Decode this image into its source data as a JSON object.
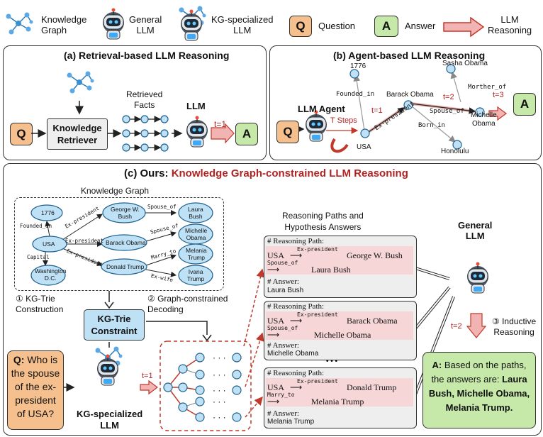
{
  "legend": {
    "kg_label": "Knowledge\nGraph",
    "general_llm_label": "General\nLLM",
    "kg_llm_label": "KG-specialized\nLLM",
    "q_symbol": "Q",
    "question_label": "Question",
    "a_symbol": "A",
    "answer_label": "Answer",
    "reasoning_label": "LLM\nReasoning"
  },
  "panel_a": {
    "title": "(a) Retrieval-based LLM Reasoning",
    "q": "Q",
    "retriever": "Knowledge\nRetriever",
    "facts_label": "Retrieved\nFacts",
    "llm_label": "LLM",
    "t_label": "t=1",
    "a": "A"
  },
  "panel_b": {
    "title": "(b) Agent-based LLM Reasoning",
    "agent_label": "LLM Agent",
    "q": "Q",
    "a": "A",
    "steps_label": "T Steps",
    "nodes": [
      "1776",
      "USA",
      "Barack Obama",
      "Honolulu",
      "Sasha Obama",
      "Michelle\nObama"
    ],
    "edges": [
      "Founded_in",
      "Ex-president",
      "Born_in",
      "Spouse_of",
      "Morther_of"
    ],
    "t_labels": [
      "t=1",
      "t=2",
      "t=3"
    ]
  },
  "panel_c": {
    "title_prefix": "(c) Ours: ",
    "title_main": "Knowledge Graph-constrained LLM Reasoning",
    "kg_title": "Knowledge Graph",
    "kg_nodes": [
      "1776",
      "USA",
      "Washington\nD.C.",
      "George W.\nBush",
      "Barack Obama",
      "Donald Trump",
      "Laura\nBush",
      "Michelle\nObama",
      "Melania\nTrump",
      "Ivana\nTrump"
    ],
    "kg_edges": [
      "Founded_in",
      "Capital",
      "Ex-president",
      "Ex-president",
      "Ex-president",
      "Spouse_of",
      "Spouse_of",
      "Marry_to",
      "Ex-wife"
    ],
    "step1": "① KG-Trie\nConstruction",
    "step2": "② Graph-constrained\nDecoding",
    "trie_label": "KG-Trie\nConstraint",
    "question_q": "Q:",
    "question_text": " Who is the spouse of the ex-president of USA?",
    "kg_llm_label": "KG-specialized\nLLM",
    "t1": "t=1",
    "paths_title": "Reasoning Paths and\nHypothesis Answers",
    "paths": [
      {
        "header": "# Reasoning Path:",
        "src": "USA",
        "rel1": "Ex-president",
        "mid": "George W. Bush",
        "rel2": "Spouse_of",
        "end": "Laura Bush",
        "ans_label": "# Answer:",
        "ans": "Laura Bush"
      },
      {
        "header": "# Reasoning Path:",
        "src": "USA",
        "rel1": "Ex-president",
        "mid": "Barack Obama",
        "rel2": "Spouse_of",
        "end": "Michelle Obama",
        "ans_label": "# Answer:",
        "ans": "Michelle Obama"
      },
      {
        "header": "# Reasoning Path:",
        "src": "USA",
        "rel1": "Ex-president",
        "mid": "Donald Trump",
        "rel2": "Marry_to",
        "end": "Melania Trump",
        "ans_label": "# Answer:",
        "ans": "Melania Trump"
      }
    ],
    "ellipsis": "• • •",
    "general_llm_label": "General\nLLM",
    "t2": "t=2",
    "step3": "③ Inductive\nReasoning",
    "answer_a": "A:",
    "answer_text": " Based on the paths, the answers are: ",
    "answer_bold": "Laura Bush, Michelle Obama, Melania Trump."
  },
  "colors": {
    "question": "#f6c08e",
    "answer": "#c6e8a8",
    "reasoning_arrow": "#f2b3b3",
    "accent_red": "#b22222",
    "node": "#bfe1f6"
  }
}
